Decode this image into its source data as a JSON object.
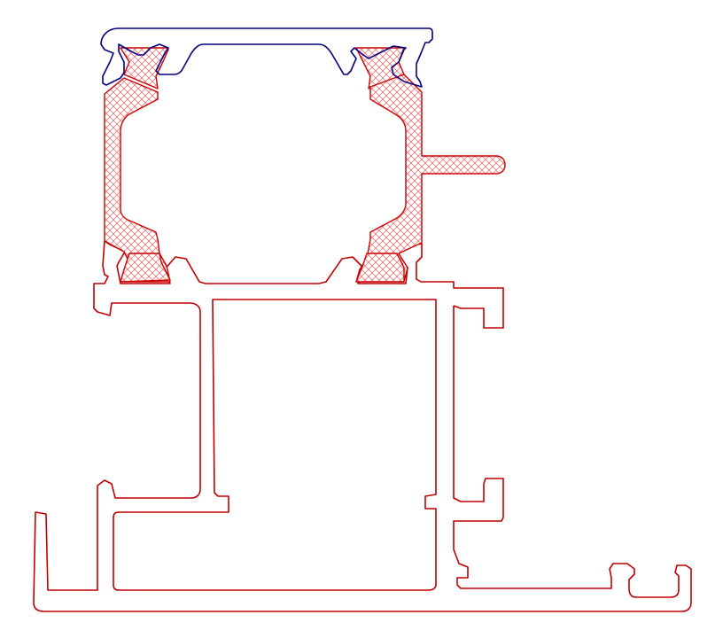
{
  "colors": {
    "background": "#ffffff",
    "profile_outline": "#c00000",
    "cap_outline": "#000080",
    "thermal_break_outline": "#cc0000",
    "thermal_break_hatch": "#ff6060"
  },
  "layers": [
    "cover-cap",
    "thermal-break-insulator",
    "main-frame-profile"
  ],
  "hatch_pattern": "cross-hatch"
}
